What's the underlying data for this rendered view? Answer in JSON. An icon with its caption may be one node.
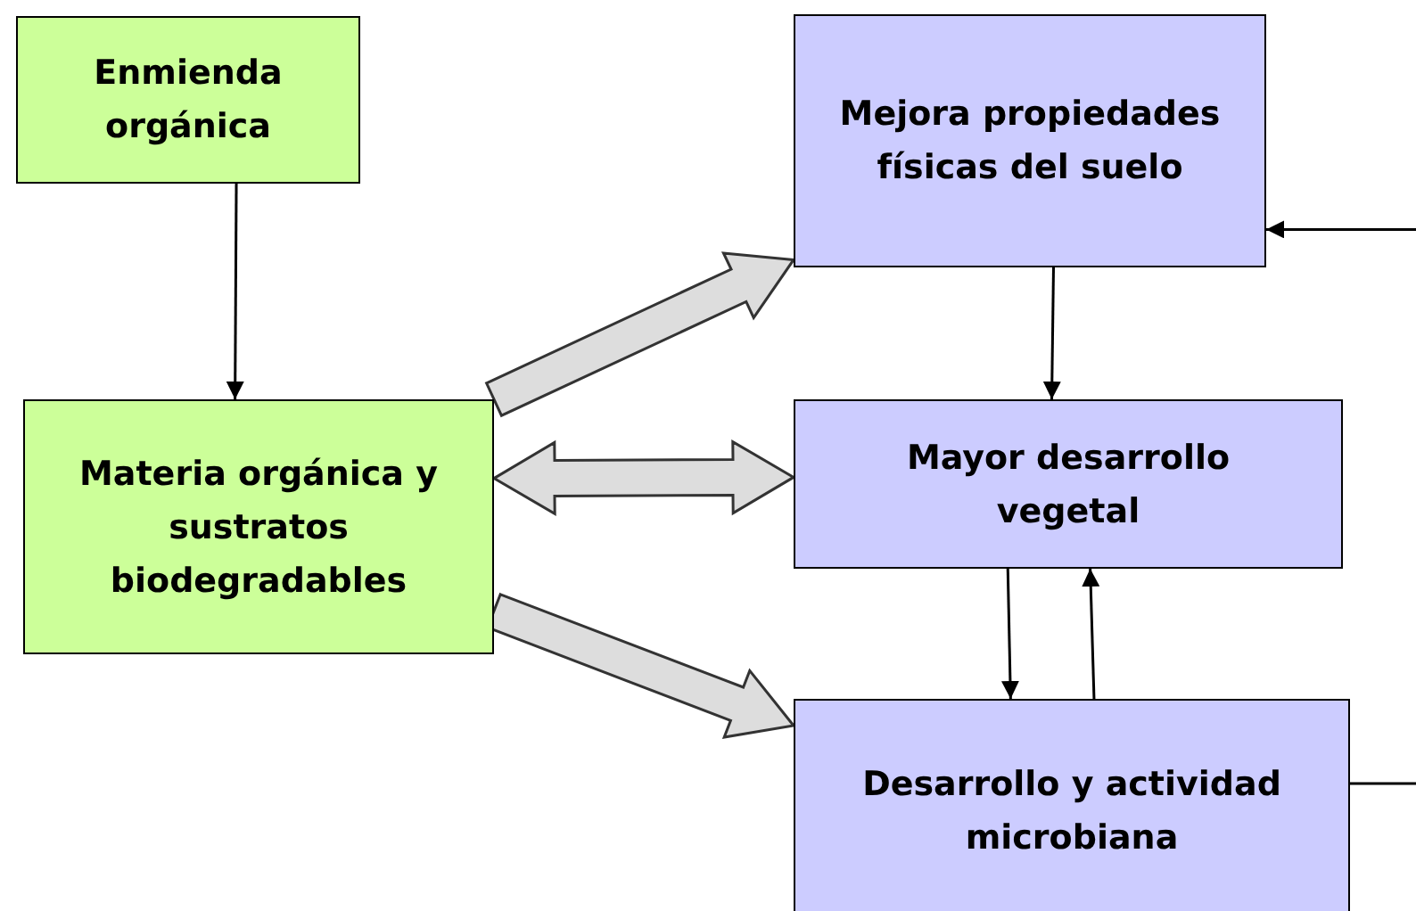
{
  "diagram": {
    "nodes": [
      {
        "text": [
          "Enmienda orgánica"
        ]
      },
      {
        "text": [
          "Materia orgánica y sustratos biodegradables"
        ]
      },
      {
        "text": [
          "Mejora propiedades físicas del suelo"
        ]
      },
      {
        "text": [
          "Mayor desarrollo vegetal"
        ]
      },
      {
        "text": [
          "Desarrollo y actividad microbiana"
        ]
      }
    ],
    "edges": [
      {
        "from": 0,
        "to": 1,
        "arrow": "to"
      },
      {
        "from": 1,
        "to": 2,
        "arrow": "to",
        "style": "thick"
      },
      {
        "from": 1,
        "to": 3,
        "arrow": "both",
        "style": "thick"
      },
      {
        "from": 1,
        "to": 4,
        "arrow": "to",
        "style": "thick"
      },
      {
        "from": 2,
        "to": 3,
        "arrow": "to"
      },
      {
        "from": 3,
        "to": 4,
        "arrow": "to"
      },
      {
        "from": 4,
        "to": 3,
        "arrow": "to"
      },
      {
        "from": null,
        "to": 2,
        "arrow": "to"
      },
      {
        "from": 4,
        "to": null,
        "arrow": "none"
      }
    ]
  }
}
